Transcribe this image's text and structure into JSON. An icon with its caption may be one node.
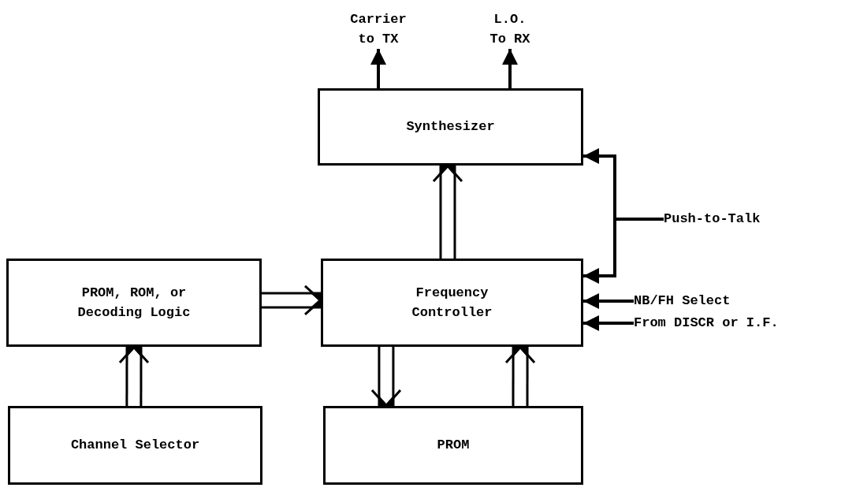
{
  "diagram": {
    "nodes": [
      {
        "text": [
          "Carrier to TX"
        ]
      },
      {
        "text": [
          "L.O. To RX"
        ]
      },
      {
        "text": [
          "Synthesizer"
        ]
      },
      {
        "text": [
          "PROM, ROM, or Decoding Logic"
        ]
      },
      {
        "text": [
          "Frequency Controller"
        ]
      },
      {
        "text": [
          "Channel Selector"
        ]
      },
      {
        "text": [
          "PROM"
        ]
      },
      {
        "text": [
          "Push-to-Talk"
        ]
      },
      {
        "text": [
          "NB/FH Select"
        ]
      },
      {
        "text": [
          "From DISCR or I.F."
        ]
      }
    ],
    "edges": [
      {
        "from": 2,
        "to": 0,
        "arrow": "to"
      },
      {
        "from": 2,
        "to": 1,
        "arrow": "to"
      },
      {
        "from": 4,
        "to": 2,
        "arrow": "to",
        "style": "thick"
      },
      {
        "from": 3,
        "to": 4,
        "arrow": "to",
        "style": "thick"
      },
      {
        "from": 5,
        "to": 3,
        "arrow": "to",
        "style": "thick"
      },
      {
        "from": 4,
        "to": 6,
        "arrow": "to",
        "style": "thick"
      },
      {
        "from": 6,
        "to": 4,
        "arrow": "to",
        "style": "thick"
      },
      {
        "from": 7,
        "to": 2,
        "arrow": "to"
      },
      {
        "from": 7,
        "to": 4,
        "arrow": "to"
      },
      {
        "from": 8,
        "to": 4,
        "arrow": "to"
      },
      {
        "from": 9,
        "to": 4,
        "arrow": "to"
      }
    ]
  }
}
